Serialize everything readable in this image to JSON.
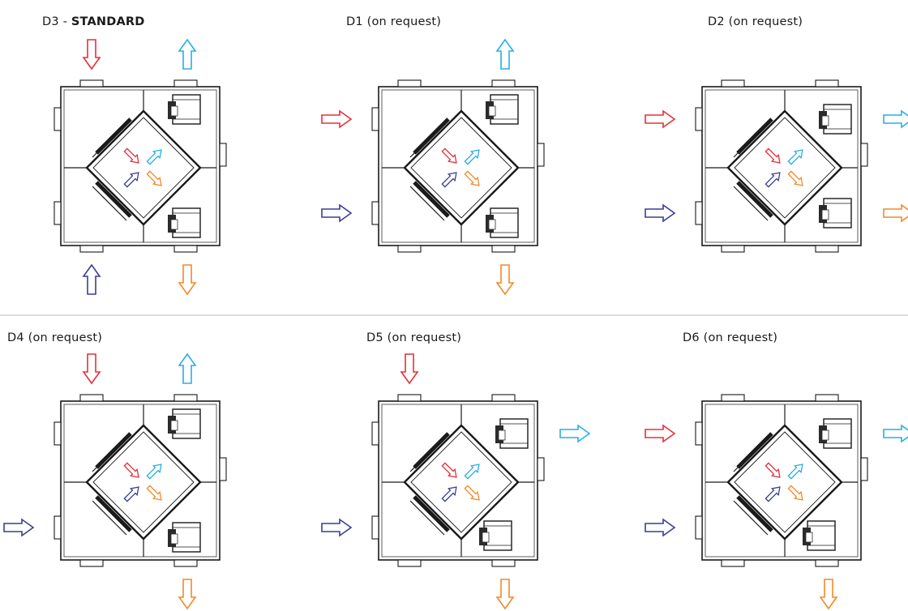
{
  "colors": {
    "supply_in": "#e5303a",
    "supply_out": "#2aaee3",
    "extract_in": "#3a3f91",
    "extract_out": "#f08a2a",
    "outline": "#1a1a1a",
    "divider": "#bdbdbd"
  },
  "configurations": [
    {
      "id": "D3",
      "label_prefix": "D3 - ",
      "label_emphasis": "STANDARD",
      "fan_side": "top",
      "arrows": {
        "supply_in": "top",
        "supply_out": "top",
        "extract_in": "bottom",
        "extract_out": "bottom"
      }
    },
    {
      "id": "D1",
      "label_prefix": "D1 (on request)",
      "label_emphasis": "",
      "fan_side": "top",
      "arrows": {
        "supply_in": "left",
        "supply_out": "top",
        "extract_in": "left",
        "extract_out": "bottom"
      }
    },
    {
      "id": "D2",
      "label_prefix": "D2 (on request)",
      "label_emphasis": "",
      "fan_side": "right",
      "arrows": {
        "supply_in": "left",
        "supply_out": "right",
        "extract_in": "left",
        "extract_out": "right"
      }
    },
    {
      "id": "D4",
      "label_prefix": "D4 (on request)",
      "label_emphasis": "",
      "fan_side": "top",
      "arrows": {
        "supply_in": "top",
        "supply_out": "top",
        "extract_in": "left",
        "extract_out": "bottom"
      }
    },
    {
      "id": "D5",
      "label_prefix": "D5 (on request)",
      "label_emphasis": "",
      "fan_side": "mixed",
      "arrows": {
        "supply_in": "top",
        "supply_out": "right",
        "extract_in": "left",
        "extract_out": "bottom"
      }
    },
    {
      "id": "D6",
      "label_prefix": "D6 (on request)",
      "label_emphasis": "",
      "fan_side": "mixed",
      "arrows": {
        "supply_in": "left",
        "supply_out": "right",
        "extract_in": "left",
        "extract_out": "bottom"
      }
    }
  ]
}
